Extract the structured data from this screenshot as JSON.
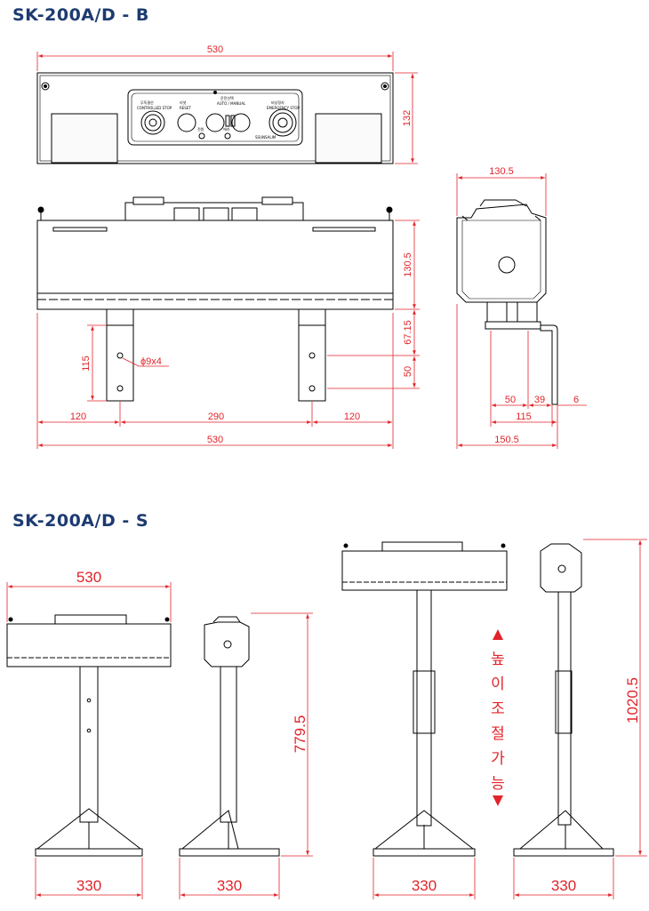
{
  "section_b": {
    "title": "SK-200A/D  -  B",
    "top_view": {
      "width": "530",
      "height": "132",
      "labels": {
        "stop": "무독결선",
        "stop_en": "CONTROLLED STOP",
        "reset": "리셋",
        "reset_en": "RESET",
        "select": "운전선택",
        "select_en": "AUTO / MANUAL",
        "estop": "비상정지",
        "estop_en": "EMERGENCY STOP",
        "led1": "전원",
        "led2": "에러",
        "brand": "SSUNSALIM"
      }
    },
    "front_view": {
      "height_body": "130.5",
      "height_bracket": "67.15",
      "hole_pitch_v": "50",
      "bracket_height": "115",
      "hole_note": "ϕ9x4",
      "offset_left": "120",
      "pitch": "290",
      "offset_right": "120",
      "total_width": "530"
    },
    "side_view": {
      "top_width": "130.5",
      "d50": "50",
      "d39": "39",
      "d6": "6",
      "d115": "115",
      "total_width": "150.5"
    }
  },
  "section_s": {
    "title": "SK-200A/D  -  S",
    "width": "530",
    "base_1": "330",
    "base_2": "330",
    "base_3": "330",
    "base_4": "330",
    "height_low": "779.5",
    "height_high": "1020.5",
    "adjust_chars": [
      "높",
      "이",
      "조",
      "절",
      "가",
      "능"
    ]
  },
  "colors": {
    "dimension": "#e2232a",
    "title": "#1d3b70",
    "drawing": "#000000"
  }
}
